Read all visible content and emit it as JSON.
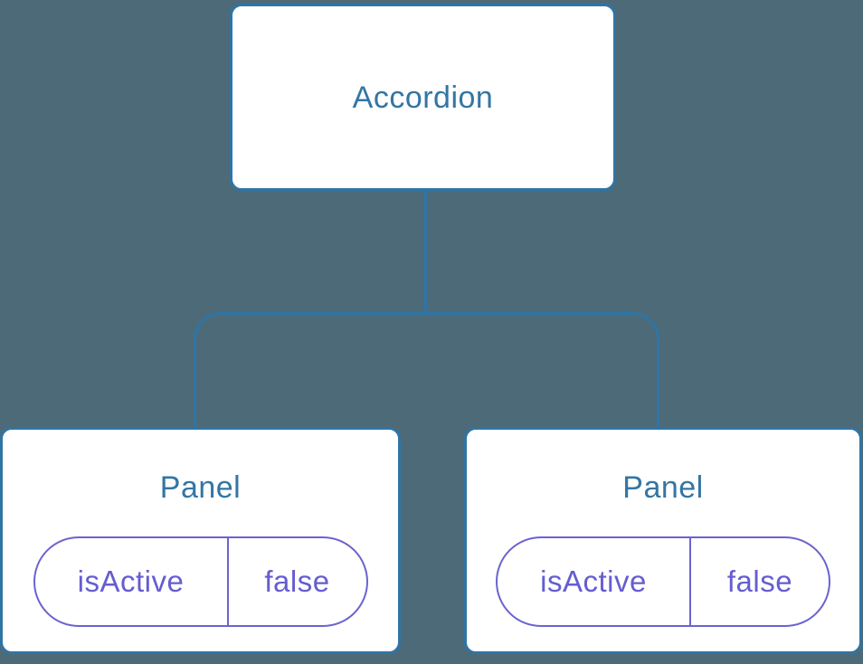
{
  "diagram": {
    "type": "component-tree",
    "root": {
      "label": "Accordion"
    },
    "panels": [
      {
        "label": "Panel",
        "state_key": "isActive",
        "state_value": "false"
      },
      {
        "label": "Panel",
        "state_key": "isActive",
        "state_value": "false"
      }
    ],
    "colors": {
      "background": "#4D6A79",
      "node_fill": "#FFFFFF",
      "node_border": "#2E75A6",
      "node_text": "#3376A4",
      "connector": "#2E75A6",
      "state_accent": "#6B63CF",
      "state_text": "#655DD0"
    }
  }
}
